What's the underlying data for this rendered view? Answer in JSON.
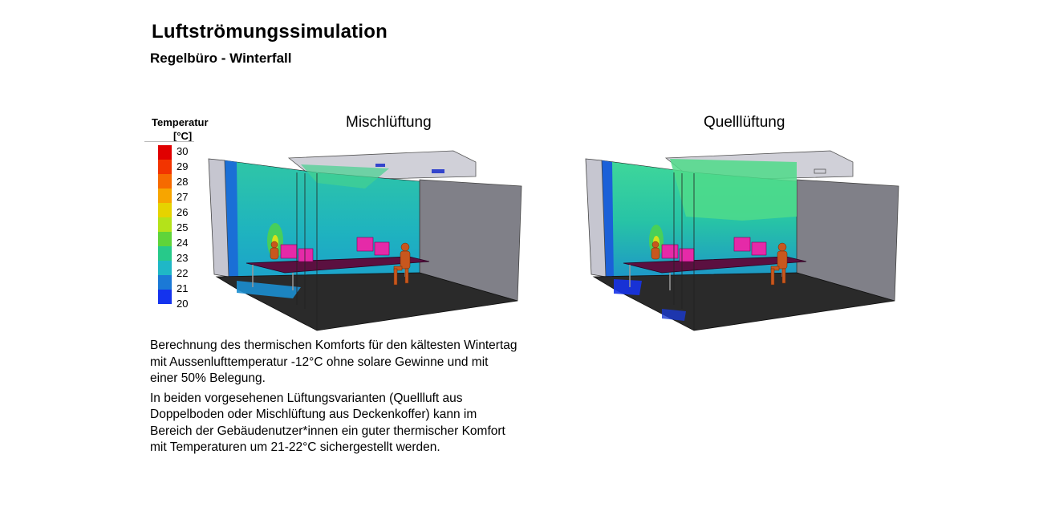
{
  "header": {
    "title": "Luftströmungssimulation",
    "subtitle": "Regelbüro - Winterfall"
  },
  "legend": {
    "title": "Temperatur",
    "unit": "[°C]",
    "ticks": [
      "30",
      "29",
      "28",
      "27",
      "26",
      "25",
      "24",
      "23",
      "22",
      "21",
      "20"
    ],
    "colors": [
      "#e00000",
      "#f23400",
      "#f66a00",
      "#f7a500",
      "#e6d300",
      "#b4e21a",
      "#5fd43a",
      "#27c98a",
      "#1fb7c6",
      "#1b79d6",
      "#1433ee"
    ]
  },
  "panels": [
    {
      "title": "Mischlüftung"
    },
    {
      "title": "Quelllüftung"
    }
  ],
  "description": {
    "p1": "Berechnung des thermischen Komforts für den kältesten Wintertag mit Aussenlufttemperatur -12°C ohne solare Gewinne und mit einer 50% Belegung.",
    "p2": "In beiden vorgesehenen Lüftungsvarianten (Quellluft aus Doppelboden oder Mischlüftung aus Deckenkoffer) kann im Bereich der Gebäudenutzer*innen ein guter thermischer Komfort mit Temperaturen um 21-22°C sichergestellt werden."
  }
}
